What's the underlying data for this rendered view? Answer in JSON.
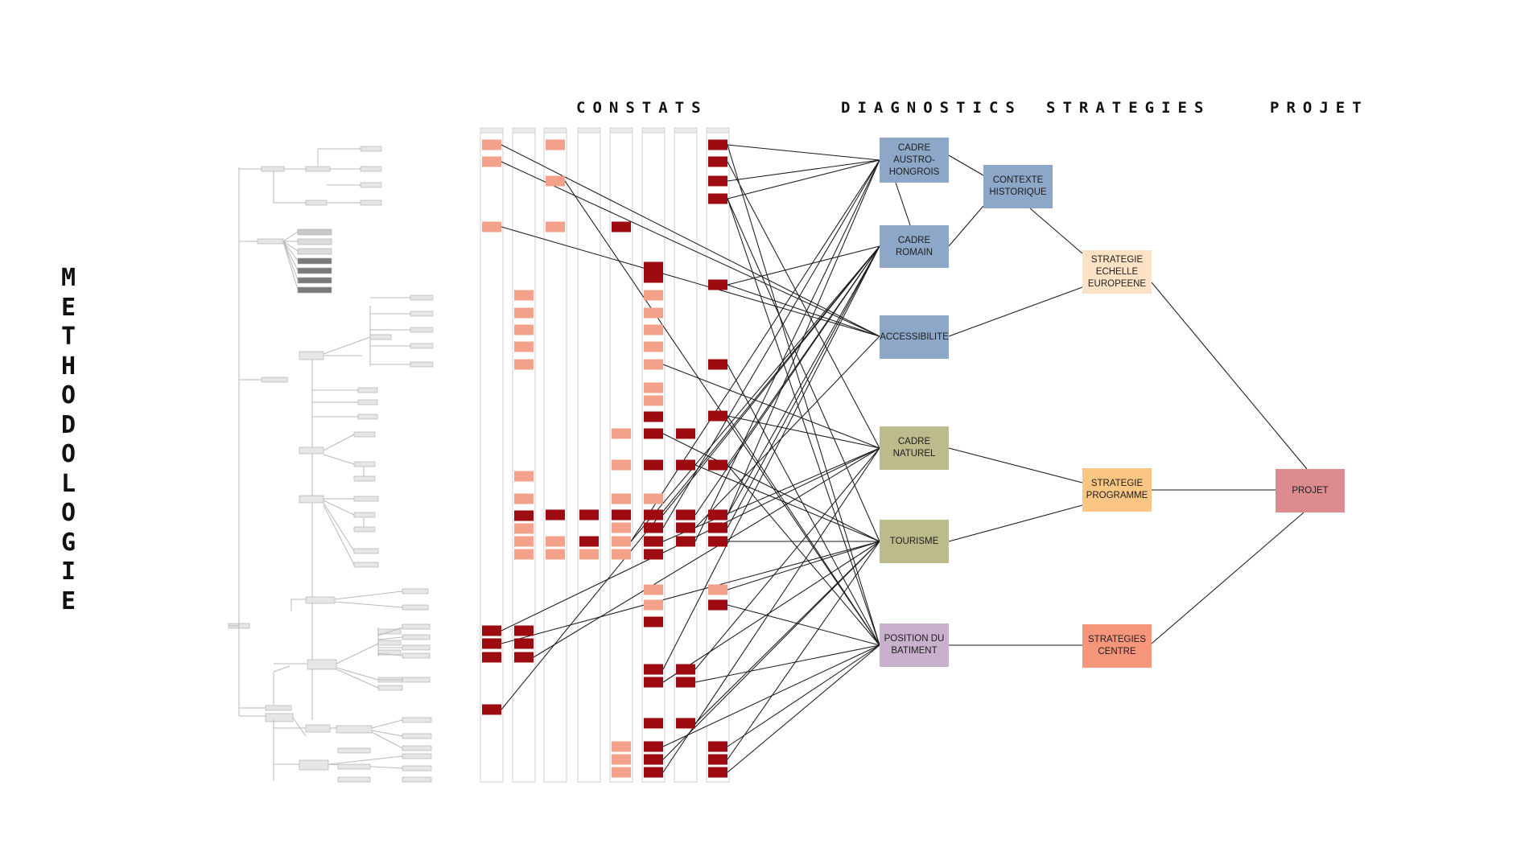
{
  "headings": {
    "constats": "CONSTATS",
    "diagnostics": "DIAGNOSTICS",
    "strategies": "STRATEGIES",
    "projet": "PROJET",
    "methodologie": "METHODOLOGIE"
  },
  "colors": {
    "blue": "#8da7c8",
    "olive": "#bcbb8c",
    "mauve": "#c9b0cd",
    "peach": "#fde2c6",
    "orange": "#fbc684",
    "salmon": "#f7967a",
    "projet": "#dc8b8e",
    "dark_red": "#9d0b10",
    "light_red": "#f3a188",
    "lines": "#1a1a1a"
  },
  "diagnostics": [
    {
      "id": "d1",
      "label": "CADRE AUSTRO-HONGROIS"
    },
    {
      "id": "d2",
      "label": "CADRE ROMAIN"
    },
    {
      "id": "d3",
      "label": "ACCESSIBILITE"
    },
    {
      "id": "d4",
      "label": "CADRE NATUREL"
    },
    {
      "id": "d5",
      "label": "TOURISME"
    },
    {
      "id": "d6",
      "label": "POSITION DU BATIMENT"
    }
  ],
  "contexte": {
    "label": "CONTEXTE HISTORIQUE"
  },
  "strategies": [
    {
      "id": "s1",
      "label": "STRATEGIE ECHELLE EUROPEENE"
    },
    {
      "id": "s2",
      "label": "STRATEGIE PROGRAMME"
    },
    {
      "id": "s3",
      "label": "STRATEGIES CENTRE"
    }
  ],
  "projet": {
    "label": "PROJET"
  }
}
